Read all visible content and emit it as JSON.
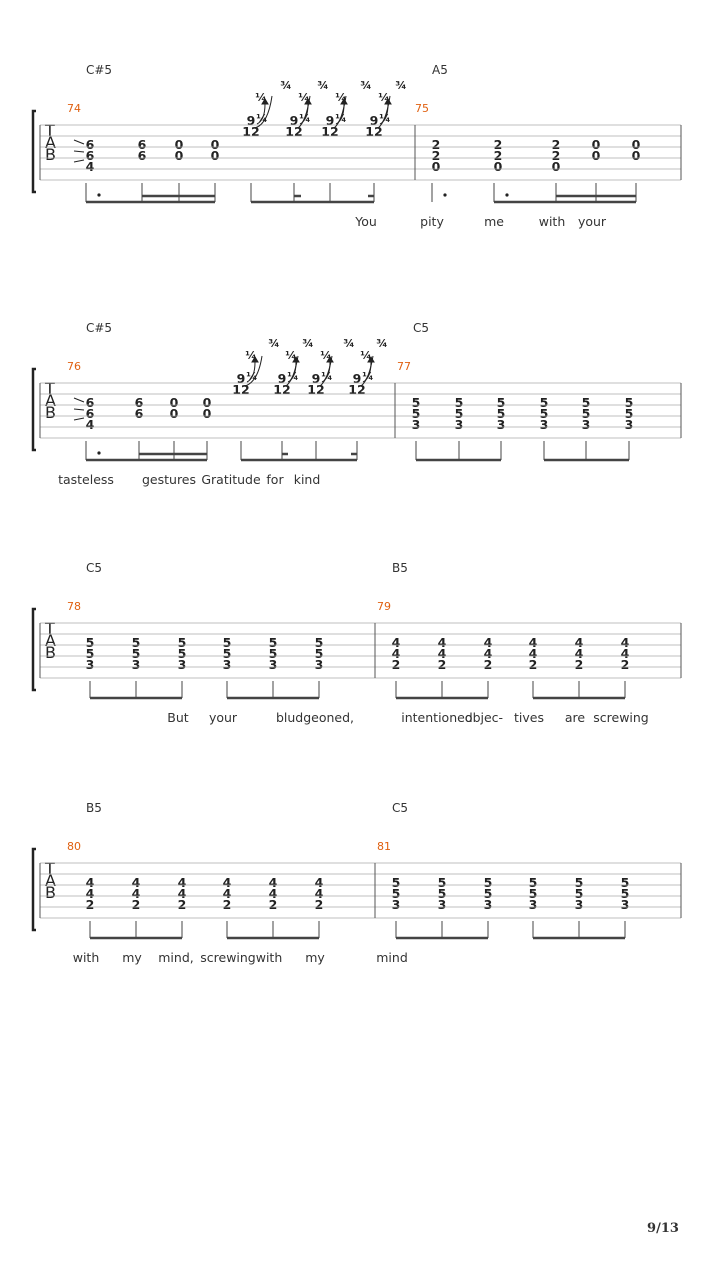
{
  "page_number": "9/13",
  "tab_clef": [
    "T",
    "A",
    "B"
  ],
  "bend": {
    "quarter": "¼",
    "three_quarter": "¾"
  },
  "systems": [
    {
      "chords": [
        "C#5",
        "A5"
      ],
      "measures": [
        "74",
        "75"
      ],
      "frets": {
        "m74_six": "6",
        "m74_four": "4",
        "m74_zero": "0",
        "bend_nine": "9",
        "bend_twelve": "12",
        "m75_two": "2",
        "m75_zero": "0"
      },
      "lyrics": [
        "You",
        "pity",
        "me",
        "with",
        "your"
      ]
    },
    {
      "chords": [
        "C#5",
        "C5"
      ],
      "measures": [
        "76",
        "77"
      ],
      "frets": {
        "five": "5",
        "three": "3"
      },
      "lyrics": [
        "tasteless",
        "gestures",
        "Gratitude",
        "for",
        "kind"
      ]
    },
    {
      "chords": [
        "C5",
        "B5"
      ],
      "measures": [
        "78",
        "79"
      ],
      "frets": {
        "five": "5",
        "three": "3",
        "four": "4",
        "two": "2"
      },
      "lyrics": [
        "But",
        "your",
        "bludgeoned,",
        "intentioned",
        "objec-",
        "tives",
        "are",
        "screwing"
      ]
    },
    {
      "chords": [
        "B5",
        "C5"
      ],
      "measures": [
        "80",
        "81"
      ],
      "frets": {
        "four": "4",
        "two": "2",
        "five": "5",
        "three": "3"
      },
      "lyrics": [
        "with",
        "my",
        "mind,",
        "screwing",
        "with",
        "my",
        "mind"
      ]
    }
  ]
}
